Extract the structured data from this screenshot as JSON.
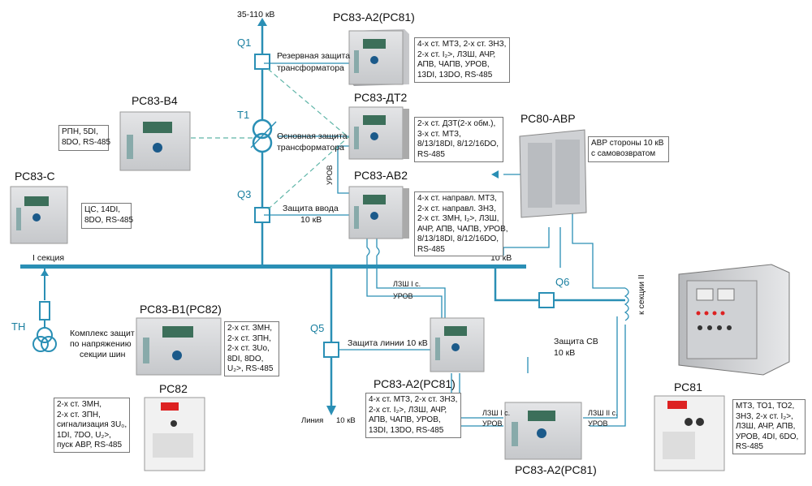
{
  "colors": {
    "bus": "#2a8fb5",
    "dash": "#5fb5a8",
    "panel": "#d9dadc",
    "screen": "#3c6f5a"
  },
  "labels": {
    "voltage_top": "35-110 кВ",
    "q1": "Q1",
    "t1": "T1",
    "q3": "Q3",
    "q5": "Q5",
    "q6": "Q6",
    "tn": "ТН",
    "section1": "I секция",
    "bus_10kv": "10 кВ",
    "section2": "к секции II",
    "rezerv_line1": "Резервная защита",
    "rezerv_line2": "трансформатора",
    "osnov_line1": "Основная защита",
    "osnov_line2": "трансформатора",
    "vvod_line1": "Защита ввода",
    "vvod_line2": "10 кВ",
    "urov_vertical": "УРОВ",
    "lzsh1": "ЛЗШ I с.",
    "urov_mid": "УРОВ",
    "line_protect": "Защита линии 10 кВ",
    "line_out_1": "Линия",
    "line_out_2": "10 кВ",
    "sv_line1": "Защита СВ",
    "sv_line2": "10 кВ",
    "lzsh1_bottom": "ЛЗШ I с.",
    "urov_bottom_left": "УРОВ",
    "lzsh2_bottom": "ЛЗШ II с.",
    "urov_bottom_right": "УРОВ",
    "tn_line1": "Комплекс защит",
    "tn_line2": "по напряжению",
    "tn_line3": "секции шин"
  },
  "devices": {
    "rs83_a2_top": "РС83-А2(РС81)",
    "rs83_dt2": "РС83-ДТ2",
    "rs83_av2": "РС83-АВ2",
    "rs83_b4": "РС83-В4",
    "rs83_c": "РС83-С",
    "rs80_avr": "РС80-АВР",
    "rs83_b1": "РС83-В1(РС82)",
    "rs82": "РС82",
    "rs83_a2_mid": "РС83-А2(РС81)",
    "rs83_a2_bottom": "РС83-А2(РС81)",
    "rs81": "РС81"
  },
  "specs": {
    "a2_top": [
      "4-х ст. МТЗ, 2-х ст. ЗНЗ,",
      "2-х ст. I₂>, ЛЗШ, АЧР,",
      "АПВ, ЧАПВ, УРОВ,",
      "13DI, 13DO, RS-485"
    ],
    "dt2": [
      "2-х ст. ДЗТ(2-х обм.),",
      "3-х ст. МТЗ,",
      "8/13/18DI, 8/12/16DO,",
      "RS-485"
    ],
    "av2": [
      "4-х ст. направл. МТЗ,",
      "2-х ст. направл. ЗНЗ,",
      "2-х ст. ЗМН, I₂>, ЛЗШ,",
      "АЧР, АПВ, ЧАПВ, УРОВ,",
      "8/13/18DI, 8/12/16DO,",
      "RS-485"
    ],
    "b4": [
      "РПН, 5DI,",
      "8DO, RS-485"
    ],
    "c": [
      "ЦС, 14DI,",
      "8DO, RS-485"
    ],
    "avr": [
      "АВР стороны 10 кВ",
      "с самовозвратом"
    ],
    "b1": [
      "2-х ст. ЗМН,",
      "2-х ст. ЗПН,",
      "2-х ст. 3Uo,",
      "8DI, 8DO,",
      "U₂>, RS-485"
    ],
    "rs82": [
      "2-х ст. ЗМН,",
      "2-х ст. ЗПН,",
      "сигнализация 3U₀,",
      "1DI, 7DO, U₂>,",
      "пуск АВР, RS-485"
    ],
    "a2_mid": [
      "4-х ст. МТЗ, 2-х ст. ЗНЗ,",
      "2-х ст. I₂>, ЛЗШ, АЧР,",
      "АПВ, ЧАПВ, УРОВ,",
      "13DI, 13DO, RS-485"
    ],
    "rs81": [
      "МТЗ, ТО1, ТО2,",
      "ЗНЗ, 2-х ст. I₂>,",
      "ЛЗШ, АЧР, АПВ,",
      "УРОВ, 4DI, 6DO,",
      "RS-485"
    ]
  }
}
